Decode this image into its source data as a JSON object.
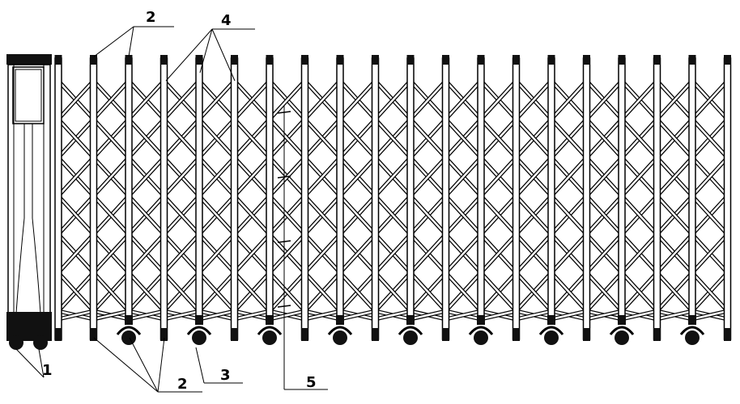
{
  "diagram": {
    "callouts": [
      {
        "id": "c1",
        "text": "1"
      },
      {
        "id": "c2a",
        "text": "2"
      },
      {
        "id": "c2b",
        "text": "2"
      },
      {
        "id": "c3",
        "text": "3"
      },
      {
        "id": "c4",
        "text": "4"
      },
      {
        "id": "c5",
        "text": "5"
      }
    ]
  }
}
